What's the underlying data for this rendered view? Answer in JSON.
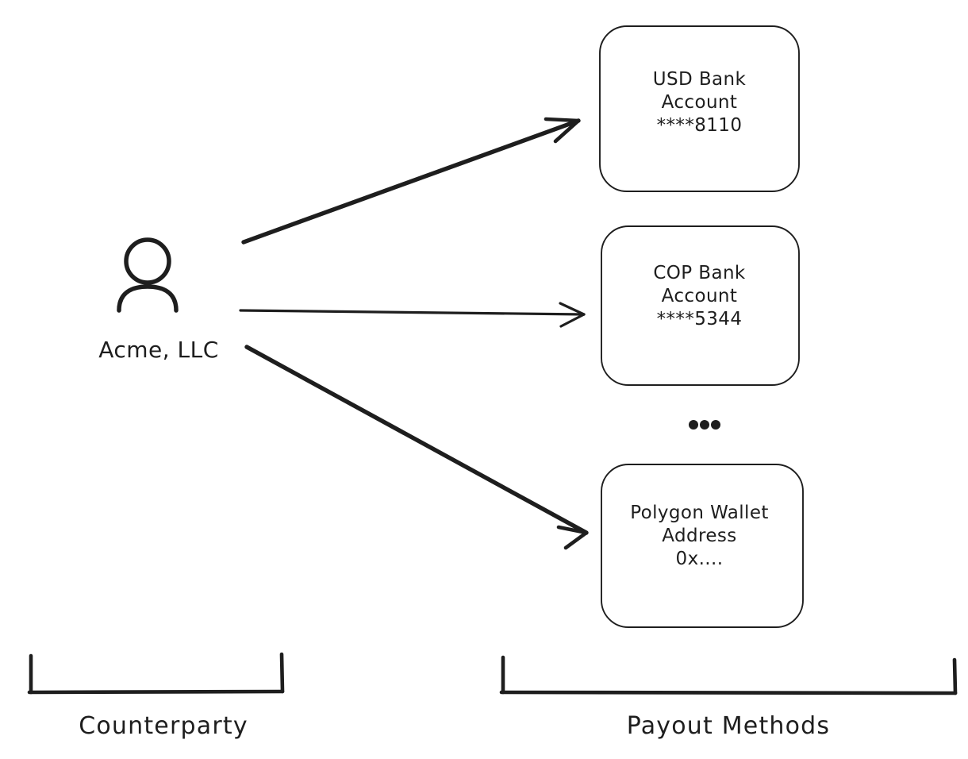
{
  "diagram": {
    "title": "Counterparty payout methods diagram",
    "background_color": "#ffffff",
    "stroke_color": "#1e1e1e",
    "actor": {
      "icon": "person-icon",
      "label": "Acme, LLC"
    },
    "nodes": [
      {
        "id": "usd-bank-account",
        "text": "USD Bank\nAccount\n****8110",
        "shape": "rounded-rectangle"
      },
      {
        "id": "cop-bank-account",
        "text": "COP Bank\nAccount\n****5344",
        "shape": "rounded-rectangle"
      },
      {
        "id": "polygon-wallet-address",
        "text": "Polygon Wallet\nAddress\n0x....",
        "shape": "rounded-rectangle"
      }
    ],
    "ellipsis": "•••",
    "groups": [
      {
        "id": "counterparty",
        "label": "Counterparty"
      },
      {
        "id": "payout-methods",
        "label": "Payout Methods"
      }
    ],
    "connectors": [
      {
        "from": "actor",
        "to": "usd-bank-account",
        "style": "arrow"
      },
      {
        "from": "actor",
        "to": "cop-bank-account",
        "style": "arrow"
      },
      {
        "from": "actor",
        "to": "polygon-wallet-address",
        "style": "arrow"
      }
    ]
  }
}
